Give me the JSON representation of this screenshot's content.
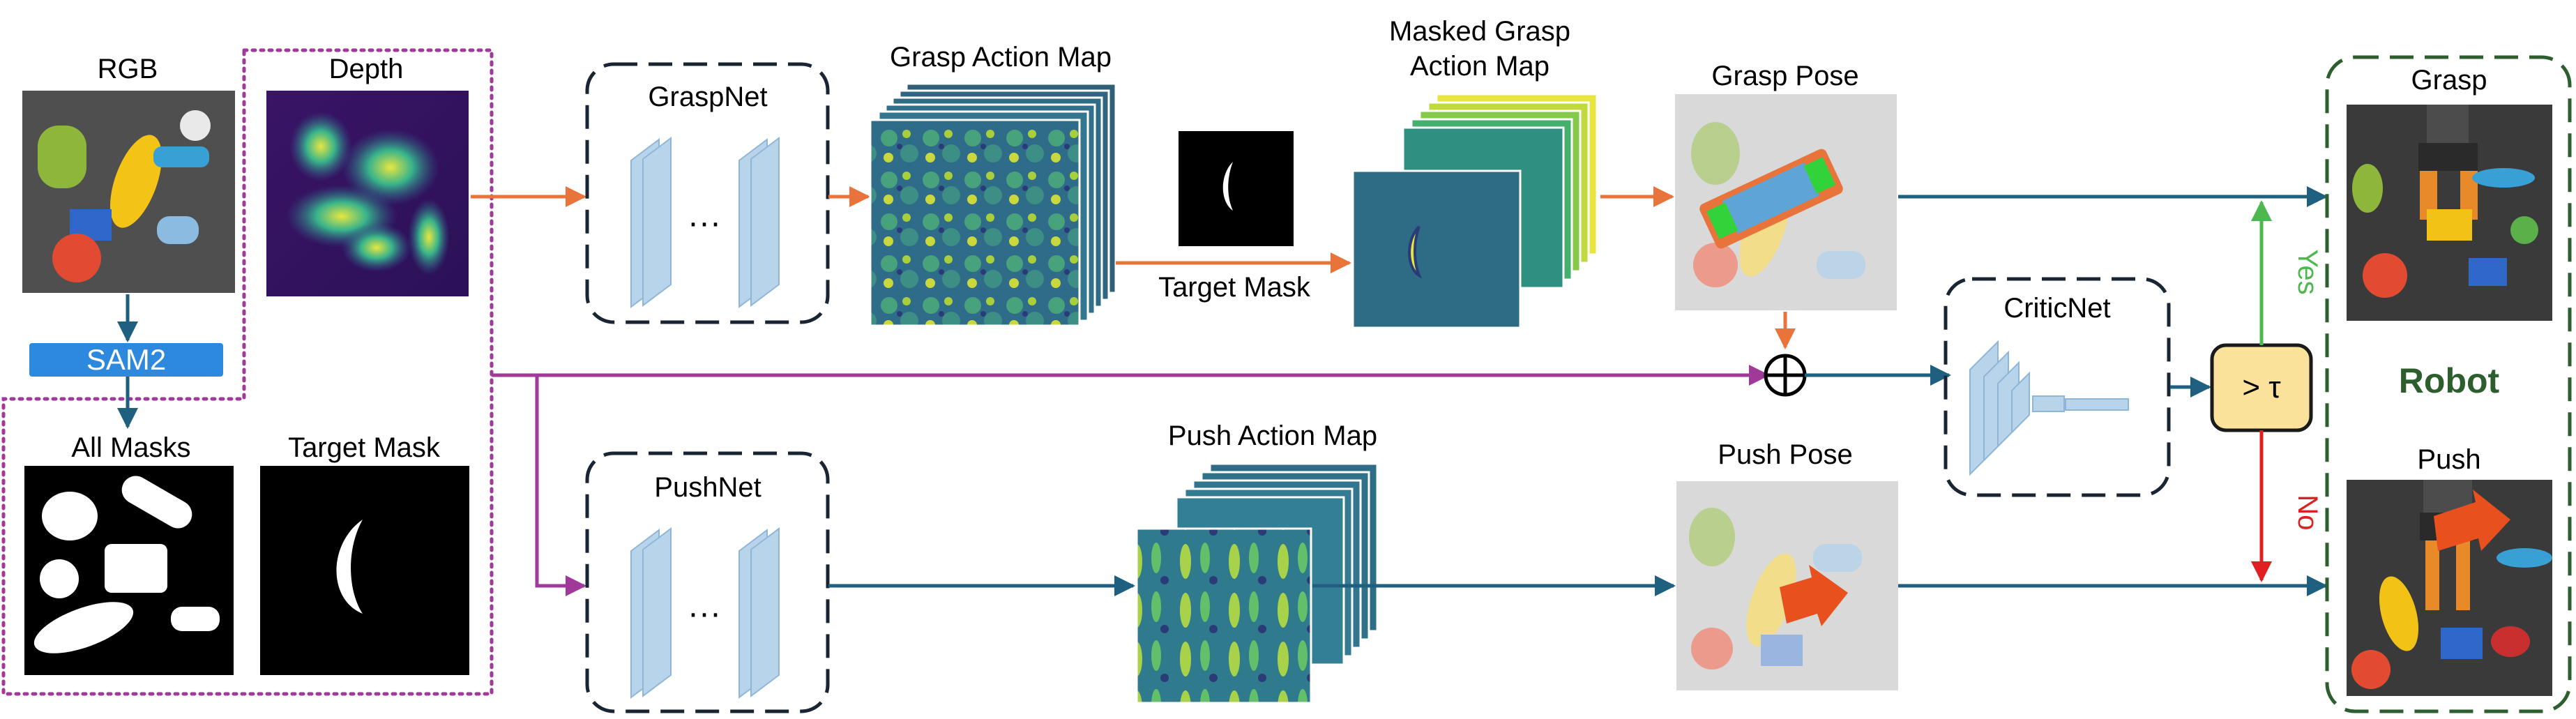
{
  "labels": {
    "rgb": "RGB",
    "depth": "Depth",
    "sam2": "SAM2",
    "all_masks": "All Masks",
    "target_mask_input": "Target Mask",
    "graspnet": "GraspNet",
    "pushnet": "PushNet",
    "dots": "···",
    "grasp_action_map": "Grasp Action Map",
    "masked_grasp_line1": "Masked  Grasp",
    "masked_grasp_line2": "Action Map",
    "target_mask_arrow": "Target Mask",
    "grasp_pose": "Grasp Pose",
    "push_action_map": "Push Action Map",
    "push_pose": "Push Pose",
    "criticnet": "CriticNet",
    "threshold": "> τ",
    "yes": "Yes",
    "no": "No",
    "robot": "Robot",
    "grasp": "Grasp",
    "push": "Push"
  },
  "colors": {
    "orange": "#E8743B",
    "navy": "#1F5F7F",
    "purple": "#A0399A",
    "green": "#4CB84F",
    "red": "#E02020",
    "dark_green": "#2C5E2E",
    "sam_blue": "#2C89DE",
    "threshold_fill": "#FBE29B",
    "net_blue": "#B8D4EA"
  },
  "icons": {
    "plus": "circled-plus-icon",
    "arrow": "arrow-icon"
  }
}
